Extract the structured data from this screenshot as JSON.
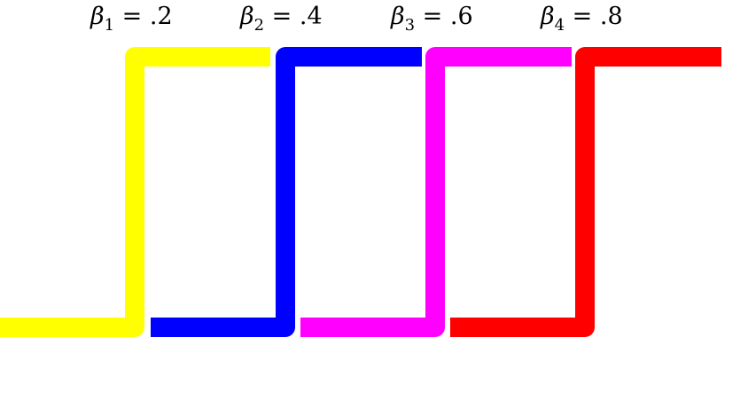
{
  "steps": [
    {
      "symbol": "β",
      "subscript": "1",
      "relation": " = ",
      "value": ".2",
      "color": "#ffff00"
    },
    {
      "symbol": "β",
      "subscript": "2",
      "relation": " = ",
      "value": ".4",
      "color": "#0000ff"
    },
    {
      "symbol": "β",
      "subscript": "3",
      "relation": " = ",
      "value": ".6",
      "color": "#ff00ff"
    },
    {
      "symbol": "β",
      "subscript": "4",
      "relation": " = ",
      "value": ".8",
      "color": "#ff0000"
    }
  ]
}
